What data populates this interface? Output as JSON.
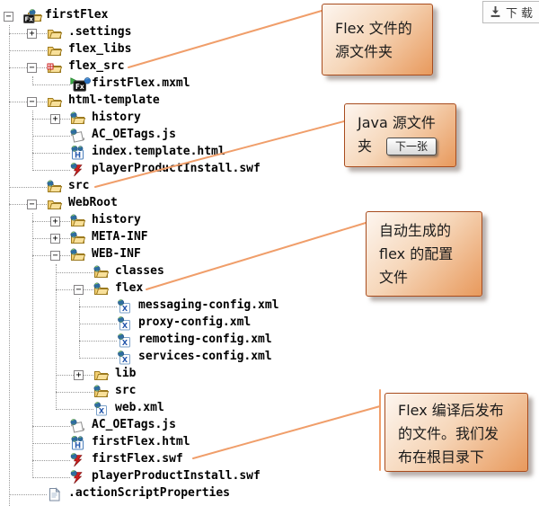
{
  "toolbar": {
    "download_label": "下载"
  },
  "tree": {
    "items": [
      {
        "label": "firstFlex",
        "depth": 0,
        "expander": "minus",
        "icon": "flex-project-icon"
      },
      {
        "label": ".settings",
        "depth": 1,
        "expander": "plus",
        "icon": "folder-icon"
      },
      {
        "label": "flex_libs",
        "depth": 1,
        "expander": "none",
        "icon": "folder-icon"
      },
      {
        "label": "flex_src",
        "depth": 1,
        "expander": "minus",
        "icon": "flex-src-folder-icon"
      },
      {
        "label": "firstFlex.mxml",
        "depth": 2,
        "expander": "none",
        "icon": "mxml-file-icon"
      },
      {
        "label": "html-template",
        "depth": 1,
        "expander": "minus",
        "icon": "folder-icon"
      },
      {
        "label": "history",
        "depth": 2,
        "expander": "plus",
        "icon": "web-folder-icon"
      },
      {
        "label": "AC_OETags.js",
        "depth": 2,
        "expander": "none",
        "icon": "js-file-icon"
      },
      {
        "label": "index.template.html",
        "depth": 2,
        "expander": "none",
        "icon": "html-file-icon"
      },
      {
        "label": "playerProductInstall.swf",
        "depth": 2,
        "expander": "none",
        "icon": "swf-file-icon"
      },
      {
        "label": "src",
        "depth": 1,
        "expander": "none",
        "icon": "web-folder-icon"
      },
      {
        "label": "WebRoot",
        "depth": 1,
        "expander": "minus",
        "icon": "folder-icon"
      },
      {
        "label": "history",
        "depth": 2,
        "expander": "plus",
        "icon": "web-folder-icon"
      },
      {
        "label": "META-INF",
        "depth": 2,
        "expander": "plus",
        "icon": "web-folder-icon"
      },
      {
        "label": "WEB-INF",
        "depth": 2,
        "expander": "minus",
        "icon": "web-folder-icon"
      },
      {
        "label": "classes",
        "depth": 3,
        "expander": "none",
        "icon": "web-folder-icon"
      },
      {
        "label": "flex",
        "depth": 3,
        "expander": "minus",
        "icon": "web-folder-icon"
      },
      {
        "label": "messaging-config.xml",
        "depth": 4,
        "expander": "none",
        "icon": "xml-file-icon"
      },
      {
        "label": "proxy-config.xml",
        "depth": 4,
        "expander": "none",
        "icon": "xml-file-icon"
      },
      {
        "label": "remoting-config.xml",
        "depth": 4,
        "expander": "none",
        "icon": "xml-file-icon"
      },
      {
        "label": "services-config.xml",
        "depth": 4,
        "expander": "none",
        "icon": "xml-file-icon"
      },
      {
        "label": "lib",
        "depth": 3,
        "expander": "plus",
        "icon": "folder-icon"
      },
      {
        "label": "src",
        "depth": 3,
        "expander": "none",
        "icon": "web-folder-icon"
      },
      {
        "label": "web.xml",
        "depth": 3,
        "expander": "none",
        "icon": "xml-file-icon"
      },
      {
        "label": "AC_OETags.js",
        "depth": 2,
        "expander": "none",
        "icon": "js-file-icon"
      },
      {
        "label": "firstFlex.html",
        "depth": 2,
        "expander": "none",
        "icon": "html-file-icon"
      },
      {
        "label": "firstFlex.swf",
        "depth": 2,
        "expander": "none",
        "icon": "swf-file-icon"
      },
      {
        "label": "playerProductInstall.swf",
        "depth": 2,
        "expander": "none",
        "icon": "swf-file-icon"
      },
      {
        "label": ".actionScriptProperties",
        "depth": 1,
        "expander": "none",
        "icon": "document-icon"
      }
    ]
  },
  "callouts": {
    "flex_src": {
      "line1": "Flex  文件的",
      "line2": "源文件夹"
    },
    "java_src": {
      "line1": "Java  源文件",
      "line2": "夹",
      "next_button_label": "下一张"
    },
    "flex_config": {
      "line1": "自动生成的",
      "line2": "flex  的配置",
      "line3": "文件"
    },
    "flex_output": {
      "line1": "Flex  编译后发布",
      "line2": "的文件。我们发",
      "line3": "布在根目录下"
    }
  },
  "colors": {
    "connector": "#f09e6a",
    "callout_border": "#a84c1e",
    "callout_fill_top": "#fdf6f0",
    "callout_fill_bottom": "#e8995c",
    "folder": "#f3cf72",
    "swf_red": "#cc1f1f",
    "tree_text": "#000000"
  }
}
